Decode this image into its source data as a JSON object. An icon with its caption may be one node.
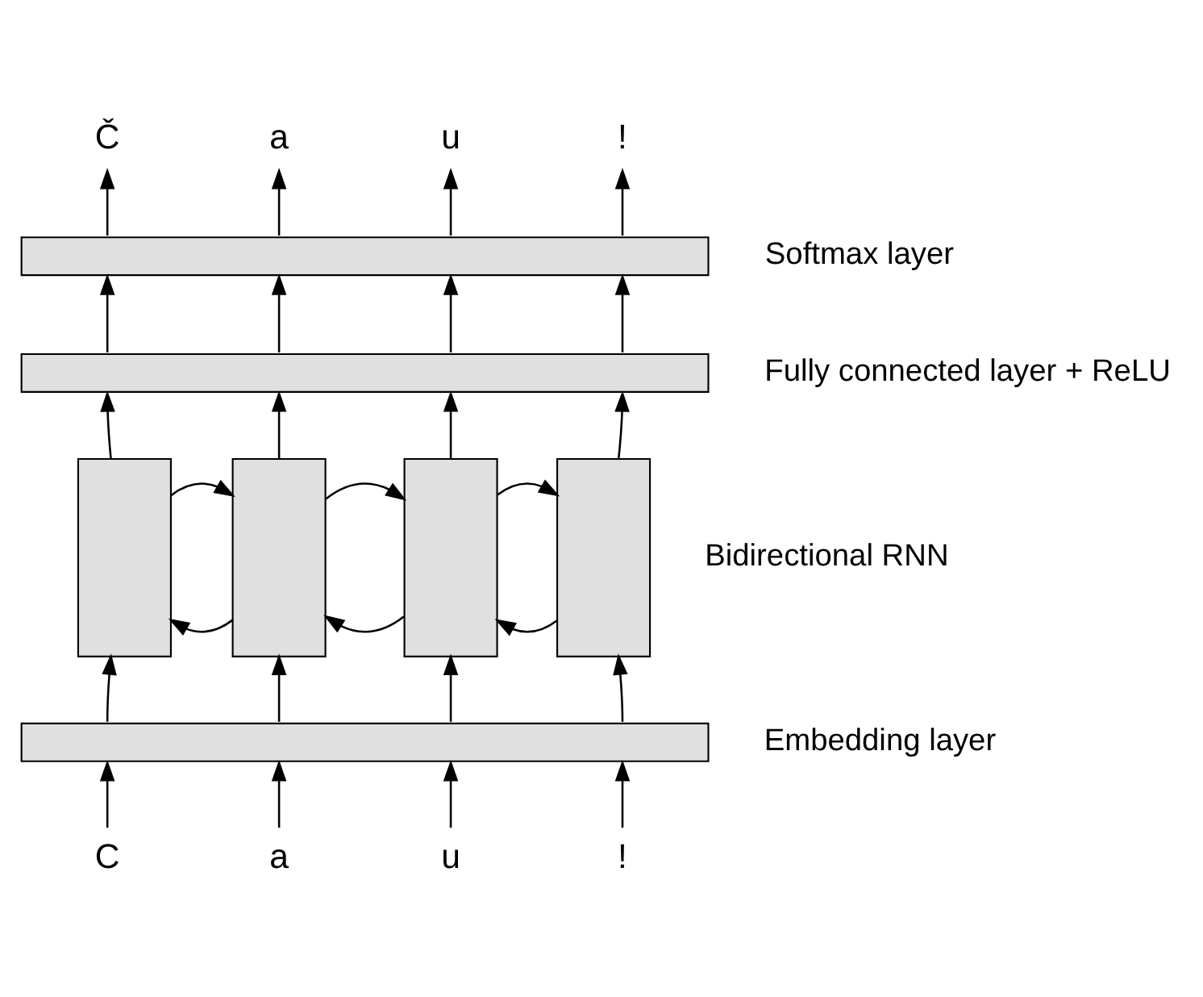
{
  "diagram": {
    "nodes": [
      {
        "text": [
          "Č"
        ]
      },
      {
        "text": [
          "a"
        ]
      },
      {
        "text": [
          "u"
        ]
      },
      {
        "text": [
          "!"
        ]
      },
      {
        "text": [],
        "shape": "bar"
      },
      {
        "text": [],
        "shape": "bar"
      },
      {
        "text": [],
        "shape": "box"
      },
      {
        "text": [],
        "shape": "box"
      },
      {
        "text": [],
        "shape": "box"
      },
      {
        "text": [],
        "shape": "box"
      },
      {
        "text": [],
        "shape": "bar"
      },
      {
        "text": [
          "C"
        ]
      },
      {
        "text": [
          "a"
        ]
      },
      {
        "text": [
          "u"
        ]
      },
      {
        "text": [
          "!"
        ]
      }
    ],
    "edges": [
      {
        "from": 11,
        "to": 10,
        "arrow": "to"
      },
      {
        "from": 12,
        "to": 10,
        "arrow": "to"
      },
      {
        "from": 13,
        "to": 10,
        "arrow": "to"
      },
      {
        "from": 14,
        "to": 10,
        "arrow": "to"
      },
      {
        "from": 10,
        "to": 6,
        "arrow": "to"
      },
      {
        "from": 10,
        "to": 7,
        "arrow": "to"
      },
      {
        "from": 10,
        "to": 8,
        "arrow": "to"
      },
      {
        "from": 10,
        "to": 9,
        "arrow": "to"
      },
      {
        "from": 6,
        "to": 7,
        "arrow": "to"
      },
      {
        "from": 7,
        "to": 8,
        "arrow": "to"
      },
      {
        "from": 8,
        "to": 9,
        "arrow": "to"
      },
      {
        "from": 7,
        "to": 6,
        "arrow": "to"
      },
      {
        "from": 8,
        "to": 7,
        "arrow": "to"
      },
      {
        "from": 9,
        "to": 8,
        "arrow": "to"
      },
      {
        "from": 6,
        "to": 5,
        "arrow": "to"
      },
      {
        "from": 7,
        "to": 5,
        "arrow": "to"
      },
      {
        "from": 8,
        "to": 5,
        "arrow": "to"
      },
      {
        "from": 9,
        "to": 5,
        "arrow": "to"
      },
      {
        "from": 5,
        "to": 4,
        "arrow": "to"
      },
      {
        "from": 5,
        "to": 4,
        "arrow": "to"
      },
      {
        "from": 5,
        "to": 4,
        "arrow": "to"
      },
      {
        "from": 5,
        "to": 4,
        "arrow": "to"
      },
      {
        "from": 4,
        "to": 0,
        "arrow": "to"
      },
      {
        "from": 4,
        "to": 1,
        "arrow": "to"
      },
      {
        "from": 4,
        "to": 2,
        "arrow": "to"
      },
      {
        "from": 4,
        "to": 3,
        "arrow": "to"
      }
    ],
    "labels": [
      "Softmax layer",
      "Fully connected layer + ReLU",
      "Bidirectional RNN",
      "Embedding layer"
    ]
  }
}
